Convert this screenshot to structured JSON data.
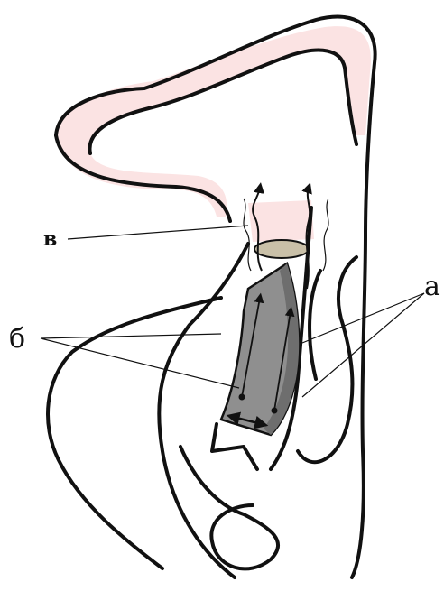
{
  "labels": {
    "a": "а",
    "b": "б",
    "v": "в"
  },
  "colors": {
    "cavity_fill": "#fbe3e3",
    "tube_fill": "#8f8f8f",
    "tube_dark": "#6e6e6e",
    "opening_fill": "#c9c0a8",
    "stroke": "#111111"
  }
}
